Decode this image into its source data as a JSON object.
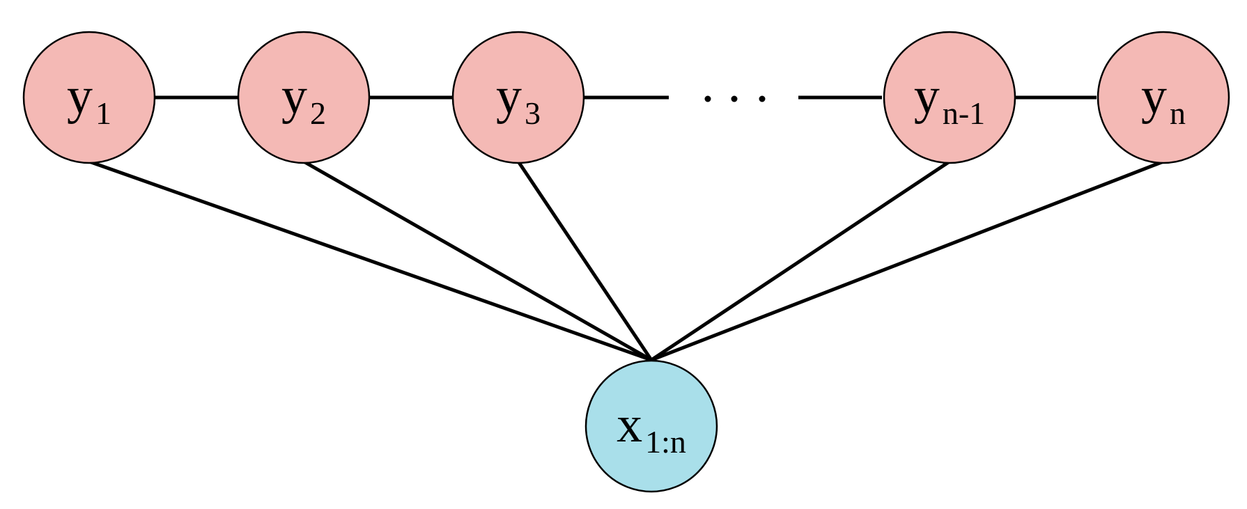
{
  "diagram": {
    "colors": {
      "label_node_fill": "#f4b9b5",
      "observation_node_fill": "#a9dfea",
      "stroke": "#000000"
    },
    "label_nodes": [
      {
        "id": "y1",
        "base": "y",
        "sub": "1"
      },
      {
        "id": "y2",
        "base": "y",
        "sub": "2"
      },
      {
        "id": "y3",
        "base": "y",
        "sub": "3"
      },
      {
        "id": "yn-1",
        "base": "y",
        "sub": "n-1"
      },
      {
        "id": "yn",
        "base": "y",
        "sub": "n"
      }
    ],
    "observation_node": {
      "id": "x",
      "base": "x",
      "sub": "1:n"
    },
    "chain_edges": [
      [
        "y1",
        "y2"
      ],
      [
        "y2",
        "y3"
      ],
      [
        "yn-1",
        "yn"
      ]
    ],
    "elided_edge": [
      "y3",
      "yn-1"
    ],
    "observation_edges": [
      [
        "y1",
        "x"
      ],
      [
        "y2",
        "x"
      ],
      [
        "y3",
        "x"
      ],
      [
        "yn-1",
        "x"
      ],
      [
        "yn",
        "x"
      ]
    ]
  }
}
